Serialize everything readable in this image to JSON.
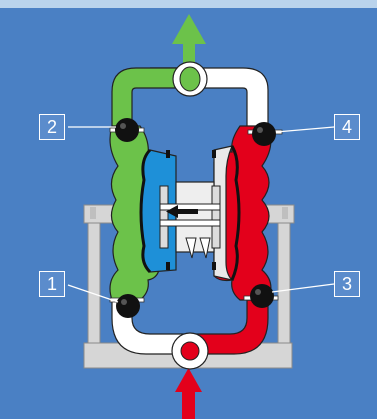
{
  "labels": {
    "valve_1": "1",
    "valve_2": "2",
    "valve_3": "3",
    "valve_4": "4"
  },
  "colors": {
    "background": "#4a80c4",
    "top_strip": "#b9d3ec",
    "discharge_fluid": "#6cc24a",
    "suction_fluid": "#e3001b",
    "air_chamber": "#1e90d8",
    "manifold": "#ffffff",
    "frame": "#d6d6d6",
    "ball_valve": "#111111"
  },
  "flow": {
    "outlet_arrow": "up-arrow-icon",
    "inlet_arrow": "up-arrow-icon",
    "shaft_direction": "left-arrow-icon"
  }
}
